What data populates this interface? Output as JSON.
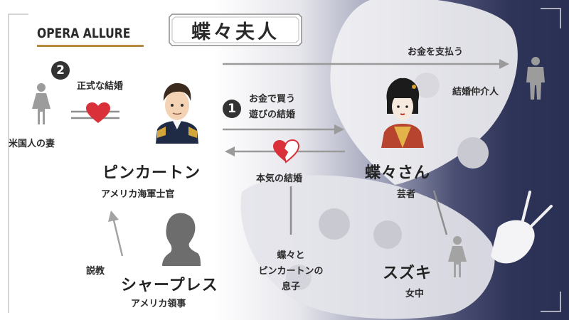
{
  "logo": "OPERA ALLURE",
  "title": "蝶々夫人",
  "characters": {
    "pinkerton": {
      "name": "ピンカートン",
      "role": "アメリカ海軍士官"
    },
    "butterfly": {
      "name": "蝶々さん",
      "role": "芸者"
    },
    "sharpless": {
      "name": "シャープレス",
      "role": "アメリカ領事"
    },
    "suzuki": {
      "name": "スズキ",
      "role": "女中"
    },
    "wife": {
      "name": "米国人の妻"
    },
    "broker": {
      "name": "結婚仲介人"
    },
    "son": {
      "line1": "蝶々と",
      "line2": "ピンカートンの",
      "line3": "息子"
    }
  },
  "relations": {
    "pay": "お金を支払う",
    "buy_line1": "お金で買う",
    "buy_line2": "遊びの結婚",
    "formal": "正式な結婚",
    "true_love": "本気の結婚",
    "preach": "説教"
  },
  "markers": {
    "one": "1",
    "two": "2"
  },
  "icons": [
    "male-person-icon",
    "female-person-icon",
    "heart-icon",
    "broken-heart-icon",
    "silhouette-icon",
    "butterfly-shape"
  ],
  "colors": {
    "heart": "#d9303a",
    "arrow": "#9a9a9a",
    "text": "#2b2b2b",
    "night": "#2e3458"
  }
}
